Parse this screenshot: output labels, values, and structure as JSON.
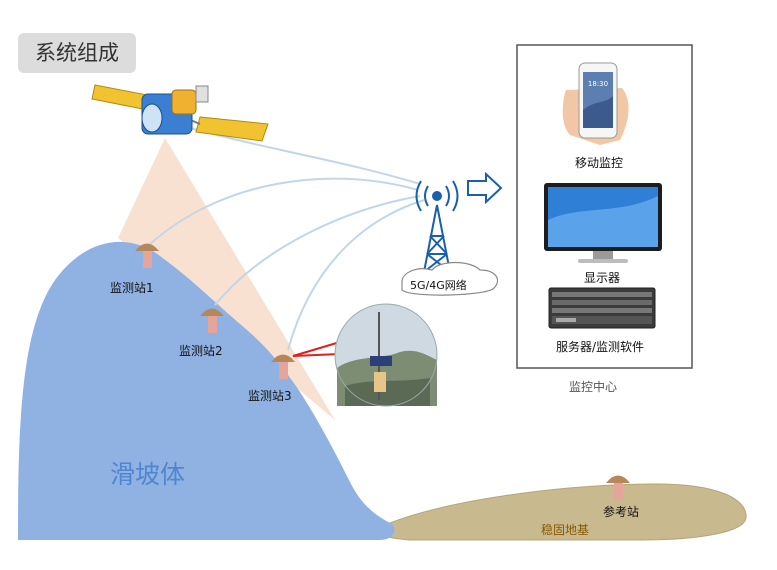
{
  "title": "系统组成",
  "landslide": {
    "label": "滑坡体"
  },
  "stations": [
    {
      "label": "监测站1"
    },
    {
      "label": "监测站2"
    },
    {
      "label": "监测站3"
    }
  ],
  "reference_station": {
    "label": "参考站"
  },
  "stable_ground": {
    "label": "稳固地基"
  },
  "network": {
    "label": "5G/4G网络"
  },
  "monitoring_center": {
    "label": "监控中心",
    "devices": [
      {
        "label": "移动监控",
        "icon": "smartphone-icon"
      },
      {
        "label": "显示器",
        "icon": "monitor-icon"
      },
      {
        "label": "服务器/监测软件",
        "icon": "server-icon"
      }
    ]
  },
  "colors": {
    "landslide": "#8fb2e3",
    "ground": "#c9b98f",
    "beam": "#f8dcc9",
    "tower": "#1a5fae",
    "link": "#c3d6e8",
    "station_cap": "#b5875b",
    "station_post": "#e6a59a"
  }
}
